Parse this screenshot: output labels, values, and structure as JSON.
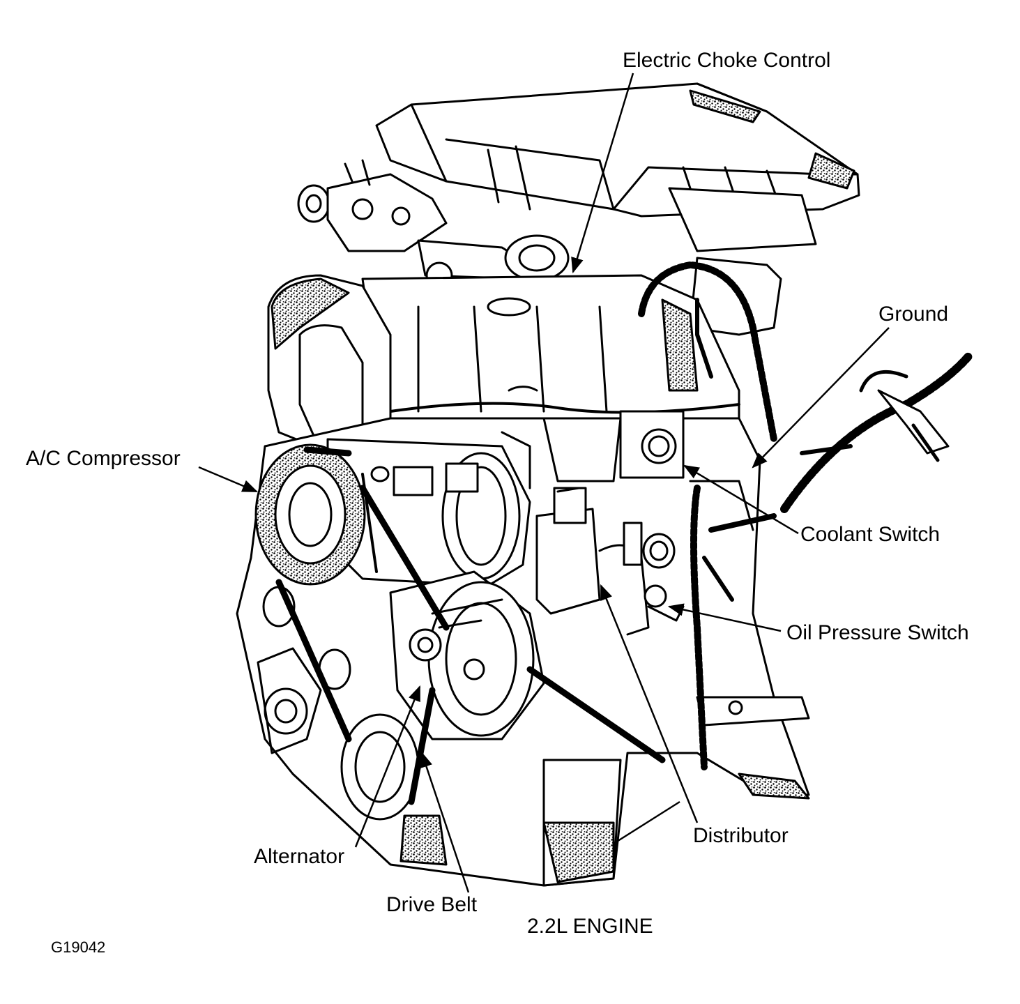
{
  "diagram": {
    "caption": "2.2L ENGINE",
    "figure_id": "G19042",
    "labels": {
      "electric_choke_control": "Electric Choke Control",
      "ground": "Ground",
      "ac_compressor": "A/C Compressor",
      "coolant_switch": "Coolant Switch",
      "oil_pressure_switch": "Oil Pressure Switch",
      "distributor": "Distributor",
      "alternator": "Alternator",
      "drive_belt": "Drive Belt"
    }
  }
}
